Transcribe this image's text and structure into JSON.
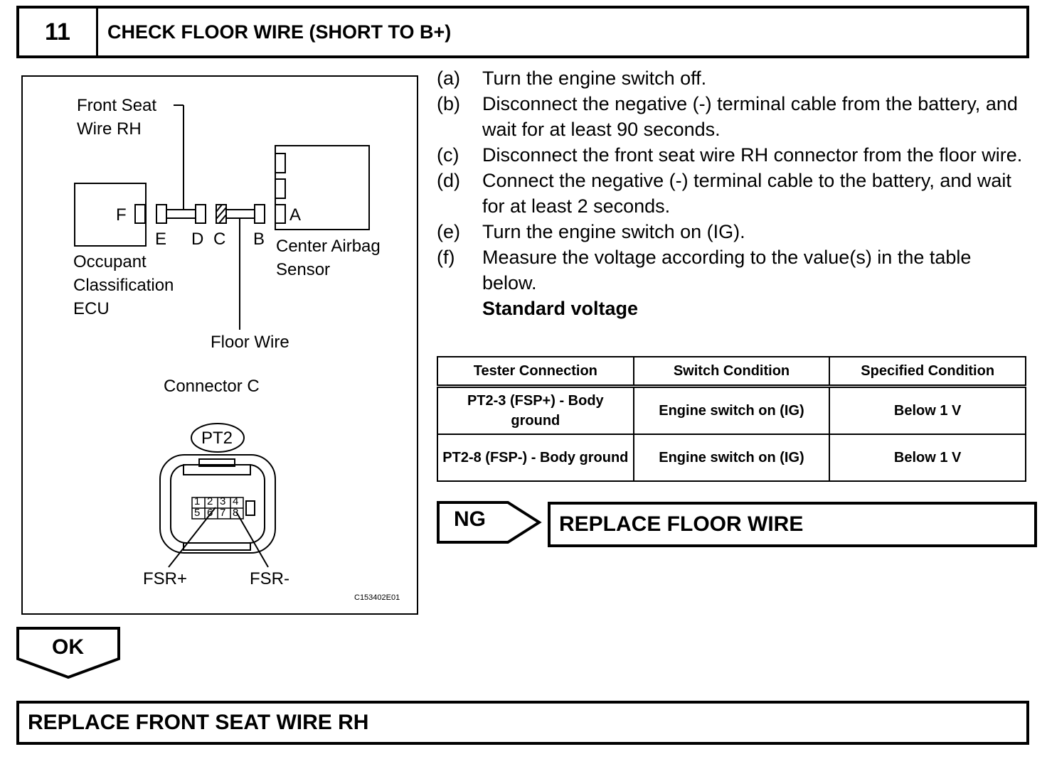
{
  "header": {
    "step_number": "11",
    "title": "CHECK FLOOR WIRE (SHORT TO B+)"
  },
  "diagram": {
    "front_seat_wire_line1": "Front Seat",
    "front_seat_wire_line2": "Wire RH",
    "terminal_f": "F",
    "terminal_e": "E",
    "terminal_d": "D",
    "terminal_c": "C",
    "terminal_b": "B",
    "terminal_a": "A",
    "ecu_line1": "Occupant",
    "ecu_line2": "Classification",
    "ecu_line3": "ECU",
    "airbag_line1": "Center Airbag",
    "airbag_line2": "Sensor",
    "floor_wire": "Floor Wire",
    "connector_title": "Connector C",
    "connector_code": "PT2",
    "pins": [
      "1",
      "2",
      "3",
      "4",
      "5",
      "6",
      "7",
      "8"
    ],
    "fsr_plus": "FSR+",
    "fsr_minus": "FSR-",
    "figure_id": "C153402E01"
  },
  "procedure": [
    {
      "key": "(a)",
      "text": "Turn the engine switch off."
    },
    {
      "key": "(b)",
      "text": "Disconnect the negative (-) terminal cable from the battery, and wait for at least 90 seconds."
    },
    {
      "key": "(c)",
      "text": "Disconnect the front seat wire RH connector from the floor wire."
    },
    {
      "key": "(d)",
      "text": "Connect the negative (-) terminal cable to the battery, and wait for at least 2 seconds."
    },
    {
      "key": "(e)",
      "text": "Turn the engine switch on (IG)."
    },
    {
      "key": "(f)",
      "text": "Measure the voltage according to the value(s) in the table below."
    }
  ],
  "standard_label": "Standard voltage",
  "table": {
    "headers": [
      "Tester Connection",
      "Switch Condition",
      "Specified Condition"
    ],
    "rows": [
      [
        "PT2-3 (FSP+) - Body ground",
        "Engine switch on (IG)",
        "Below 1 V"
      ],
      [
        "PT2-8 (FSP-) - Body ground",
        "Engine switch on (IG)",
        "Below 1 V"
      ]
    ]
  },
  "ng": {
    "label": "NG",
    "action": "REPLACE FLOOR WIRE"
  },
  "ok": {
    "label": "OK",
    "action": "REPLACE FRONT SEAT WIRE RH"
  }
}
